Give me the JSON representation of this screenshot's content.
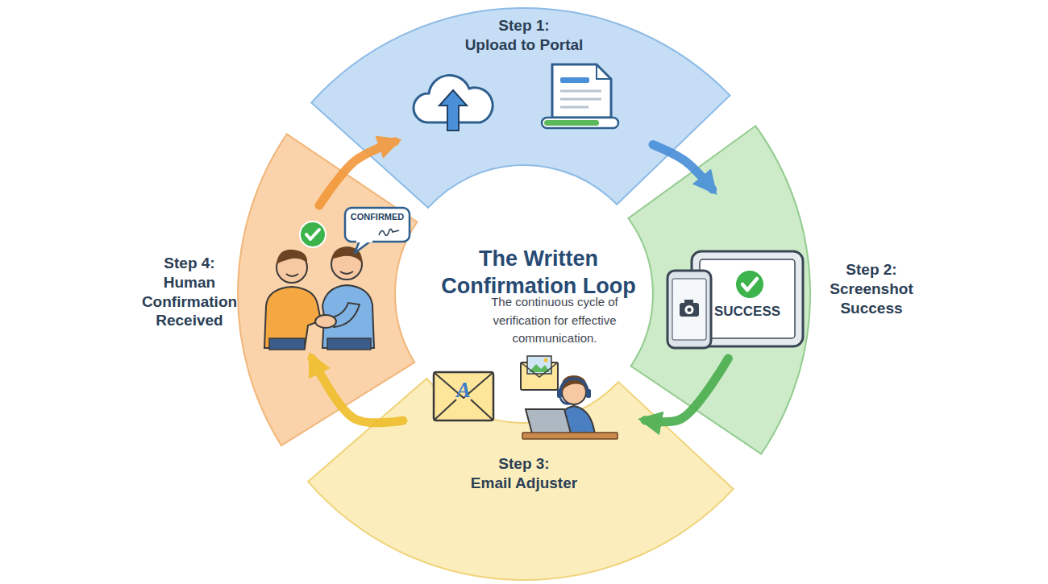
{
  "diagram": {
    "title": "The Written Confirmation Loop",
    "caption": "The continuous cycle of verification for effective communication.",
    "nodes": [
      {
        "text": [
          "Step 1:",
          "Upload to Portal"
        ]
      },
      {
        "text": [
          "Step 2:",
          "Screenshot Success"
        ]
      },
      {
        "text": [
          "Step 3:",
          "Email Adjuster"
        ]
      },
      {
        "text": [
          "Step 4:",
          "Human Confirmation Received"
        ]
      }
    ],
    "edges": [
      {
        "from": 0,
        "to": 1,
        "arrow": "to"
      },
      {
        "from": 1,
        "to": 2,
        "arrow": "to"
      },
      {
        "from": 2,
        "to": 3,
        "arrow": "to"
      },
      {
        "from": 3,
        "to": 0,
        "arrow": "to"
      }
    ],
    "labels": [
      "CONFIRMED",
      "SUCCESS",
      "A"
    ]
  }
}
